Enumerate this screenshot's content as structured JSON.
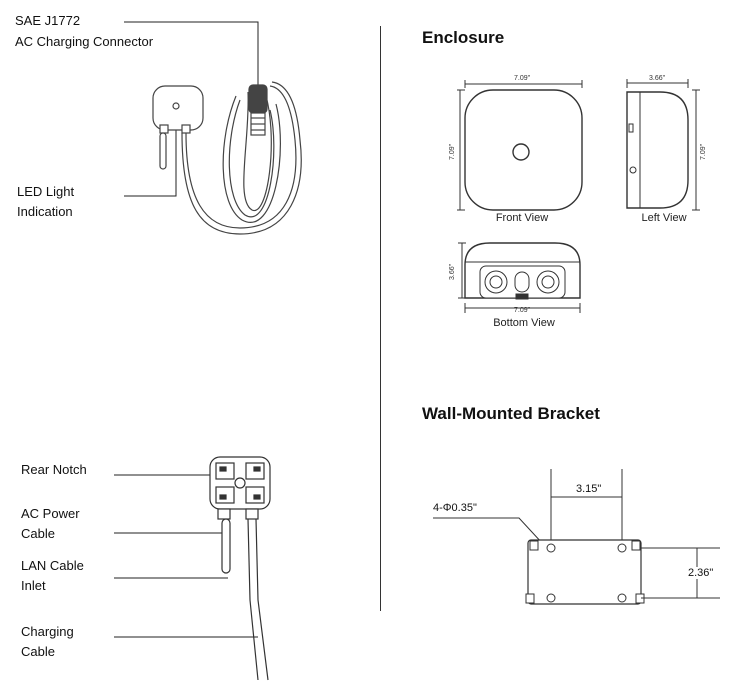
{
  "labels": {
    "connector_line1": "SAE J1772",
    "connector_line2": "AC Charging Connector",
    "led_line1": "LED Light",
    "led_line2": "Indication",
    "rear_notch": "Rear Notch",
    "ac_power_line1": "AC Power",
    "ac_power_line2": "Cable",
    "lan_line1": "LAN Cable",
    "lan_line2": "Inlet",
    "charging_line1": "Charging",
    "charging_line2": "Cable"
  },
  "enclosure": {
    "title": "Enclosure",
    "front_caption": "Front View",
    "left_caption": "Left View",
    "bottom_caption": "Bottom View",
    "width_dim": "7.09\"",
    "height_dim": "7.09\"",
    "depth_dim": "3.66\""
  },
  "bracket": {
    "title": "Wall-Mounted Bracket",
    "hole_label": "4-Φ0.35\"",
    "horizontal_dim": "3.15\"",
    "vertical_dim": "2.36\""
  }
}
